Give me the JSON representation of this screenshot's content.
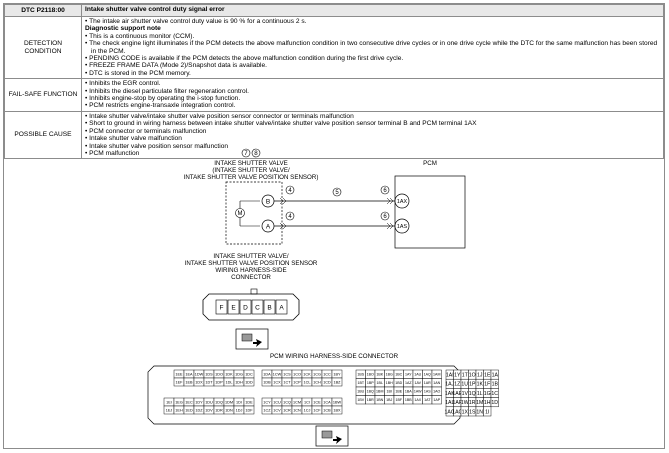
{
  "dtc": {
    "code": "DTC P2118:00",
    "title": "Intake shutter valve control duty signal error"
  },
  "detection": {
    "label": "DETECTION CONDITION",
    "line1": "The intake air shutter valve control duty value is 90 % for a continuous 2 s.",
    "support_title": "Diagnostic support note",
    "notes": [
      "This is a continuous monitor (CCM).",
      "The check engine light illuminates if the PCM detects the above malfunction condition in two consecutive drive cycles or in one drive cycle while the DTC for the same malfunction has been stored in the PCM.",
      "PENDING CODE is available if the PCM detects the above malfunction condition during the first drive cycle.",
      "FREEZE FRAME DATA (Mode 2)/Snapshot data is available.",
      "DTC is stored in the PCM memory."
    ]
  },
  "failsafe": {
    "label": "FAIL-SAFE FUNCTION",
    "items": [
      "Inhibits the EGR control.",
      "Inhibits the diesel particulate filter regeneration control.",
      "Inhibits engine-stop by operating the i-stop function.",
      "PCM restricts engine-transaxle integration control."
    ]
  },
  "cause": {
    "label": "POSSIBLE CAUSE",
    "items": [
      "Intake shutter valve/intake shutter valve position sensor connector or terminals malfunction",
      "Short to ground in wiring harness between intake shutter valve/intake shutter valve position sensor terminal B and PCM terminal 1AX",
      "PCM connector or terminals malfunction",
      "Intake shutter valve malfunction",
      "Intake shutter valve position sensor malfunction",
      "PCM malfunction"
    ]
  },
  "diagram": {
    "ref7": "7",
    "ref8": "8",
    "valve_label": [
      "INTAKE SHUTTER VALVE",
      "(INTAKE SHUTTER VALVE/",
      "INTAKE SHUTTER VALVE POSITION SENSOR)"
    ],
    "pcm_label": "PCM",
    "motor": "M",
    "term_b": "B",
    "term_a": "A",
    "ref4": "4",
    "ref5": "5",
    "ref6": "6",
    "pcm_1ax": "1AX",
    "pcm_1as": "1AS",
    "harness_label": [
      "INTAKE SHUTTER VALVE/",
      "INTAKE SHUTTER VALVE POSITION SENSOR",
      "WIRING HARNESS-SIDE",
      "CONNECTOR"
    ],
    "pins": [
      "F",
      "E",
      "D",
      "C",
      "B",
      "A"
    ],
    "pcm_connector_label": "PCM WIRING HARNESS-SIDE CONNECTOR",
    "block_a": [
      [
        "1EE",
        "1EA",
        "1DW",
        "1DS",
        "1DO",
        "1DK",
        "1DG",
        "1DC"
      ],
      [
        "1EF",
        "1EB",
        "1DX",
        "1DT",
        "1DP",
        "1DL",
        "1DH",
        "1DD"
      ]
    ],
    "block_a_low": [
      [
        "1EI",
        "1EG",
        "1EC",
        "1DY",
        "1DU",
        "1DQ",
        "1DM",
        "1DI",
        "1DE"
      ],
      [
        "1EJ",
        "1EH",
        "1ED",
        "1DZ",
        "1DV",
        "1DR",
        "1DN",
        "1DJ",
        "1DF"
      ]
    ],
    "block_b": [
      [
        "1DA",
        "1CW",
        "1CS",
        "1CO",
        "1CK",
        "1CG",
        "1CC",
        "1BY"
      ],
      [
        "1DB",
        "1CX",
        "1CT",
        "1CP",
        "1CL",
        "1CH",
        "1CD",
        "1BZ"
      ]
    ],
    "block_b_low": [
      [
        "1CY",
        "1CU",
        "1CQ",
        "1CM",
        "1CI",
        "1CE",
        "1CA",
        "1BW"
      ],
      [
        "1CZ",
        "1CV",
        "1CR",
        "1CN",
        "1CJ",
        "1CF",
        "1CB",
        "1BX"
      ]
    ],
    "block_c": [
      [
        "1BS",
        "1BO",
        "1BK",
        "1BG",
        "1BC",
        "1AY",
        "1AU",
        "1AQ",
        "1AM"
      ],
      [
        "1BT",
        "1BP",
        "1BL",
        "1BH",
        "1BD",
        "1AZ",
        "1AV",
        "1AR",
        "1AN"
      ],
      [
        "1BU",
        "1BQ",
        "1BM",
        "1BI",
        "1BE",
        "1BA",
        "1AW",
        "1AS",
        "1AO"
      ],
      [
        "1BV",
        "1BR",
        "1BN",
        "1BJ",
        "1BF",
        "1BB",
        "1AX",
        "1AT",
        "1AP"
      ]
    ],
    "block_d": [
      [
        "1AI",
        "1Y",
        "1T",
        "1O",
        "1J",
        "1E",
        "1A"
      ],
      [
        "1AJ",
        "1Z",
        "1U",
        "1P",
        "1K",
        "1F",
        "1B"
      ],
      [
        "1AK",
        "1AE",
        "1V",
        "1Q",
        "1L",
        "1G",
        "1C"
      ],
      [
        "1AL",
        "1AF",
        "1W",
        "1R",
        "1M",
        "1H",
        "1D"
      ],
      [
        "1AG",
        "1AC",
        "1X",
        "1S",
        "1N",
        "1I"
      ]
    ]
  }
}
